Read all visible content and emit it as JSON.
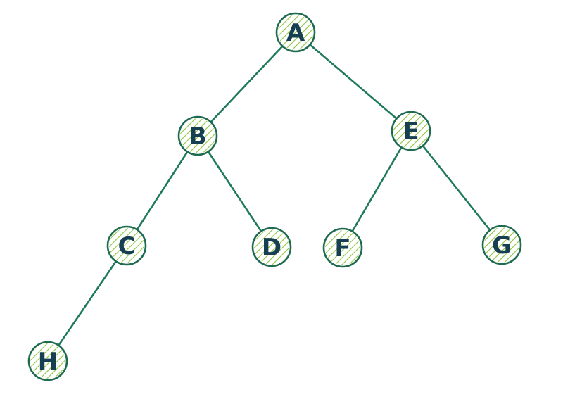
{
  "diagram": {
    "type": "binary-tree",
    "colors": {
      "edge": "#1f7a5a",
      "node_outline": "#1f6b52",
      "hatch": "#8cc63f",
      "label": "#173f52",
      "background": "#ffffff"
    },
    "nodes": [
      {
        "id": "A",
        "label": "A"
      },
      {
        "id": "B",
        "label": "B"
      },
      {
        "id": "E",
        "label": "E"
      },
      {
        "id": "C",
        "label": "C"
      },
      {
        "id": "D",
        "label": "D"
      },
      {
        "id": "F",
        "label": "F"
      },
      {
        "id": "G",
        "label": "G"
      },
      {
        "id": "H",
        "label": "H"
      }
    ],
    "edges": [
      {
        "from": "A",
        "to": "B"
      },
      {
        "from": "A",
        "to": "E"
      },
      {
        "from": "B",
        "to": "C"
      },
      {
        "from": "B",
        "to": "D"
      },
      {
        "from": "E",
        "to": "F"
      },
      {
        "from": "E",
        "to": "G"
      },
      {
        "from": "C",
        "to": "H"
      }
    ]
  }
}
